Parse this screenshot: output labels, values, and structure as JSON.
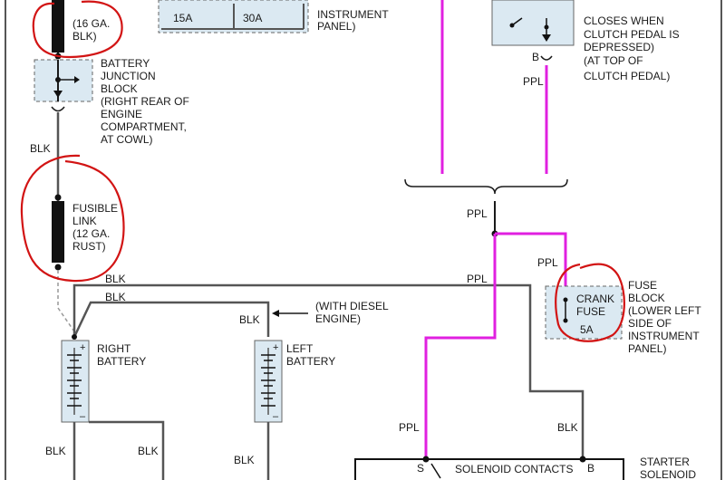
{
  "colors": {
    "wire_black": "#1a1a1a",
    "wire_gray": "#555555",
    "wire_purple": "#e020e0",
    "box_fill": "#dbe9f2",
    "box_stroke": "#666666",
    "markup_red": "#d21414"
  },
  "top_fuses": {
    "left": "15A",
    "right": "30A",
    "trailing_text": "INSTRUMENT",
    "trailing_text_2": "PANEL)"
  },
  "fusible_top": {
    "line1": "(16 GA.",
    "line2": "BLK)"
  },
  "battery_junction": [
    "BATTERY",
    "JUNCTION",
    "BLOCK",
    "(RIGHT REAR OF",
    "ENGINE",
    "COMPARTMENT,",
    "AT COWL)"
  ],
  "wire_blk_upper": "BLK",
  "fusible_link": [
    "FUSIBLE",
    "LINK",
    "(12 GA.",
    "RUST)"
  ],
  "clutch_switch": {
    "text": [
      "CLOSES WHEN",
      "CLUTCH PEDAL IS",
      "DEPRESSED)",
      "(AT TOP OF",
      "CLUTCH PEDAL)"
    ],
    "terminal": "B",
    "wire": "PPL"
  },
  "splice": {
    "wire_above": "PPL",
    "wire_to_fuse": "PPL",
    "wire_down": "PPL"
  },
  "fuse_block": {
    "fuse_name_1": "CRANK",
    "fuse_name_2": "FUSE",
    "rating": "5A",
    "title": [
      "FUSE",
      "BLOCK",
      "(LOWER LEFT",
      "SIDE OF",
      "INSTRUMENT",
      "PANEL)"
    ]
  },
  "battery_wires": {
    "top": "BLK",
    "middle": "BLK",
    "left_battery_in": "BLK"
  },
  "diesel_note": {
    "line1": "(WITH DIESEL",
    "line2": "ENGINE)"
  },
  "right_battery": {
    "line1": "RIGHT",
    "line2": "BATTERY",
    "plus": "+",
    "minus": "–"
  },
  "left_battery": {
    "line1": "LEFT",
    "line2": "BATTERY",
    "plus": "+",
    "minus": "–"
  },
  "bottom_wires": {
    "rb_left": "BLK",
    "rb_right": "BLK",
    "lb": "BLK",
    "ppl": "PPL",
    "blk": "BLK"
  },
  "solenoid": {
    "s_terminal": "S",
    "contacts": "SOLENOID CONTACTS",
    "b_terminal": "B",
    "line1": "STARTER",
    "line2": "SOLENOID"
  }
}
